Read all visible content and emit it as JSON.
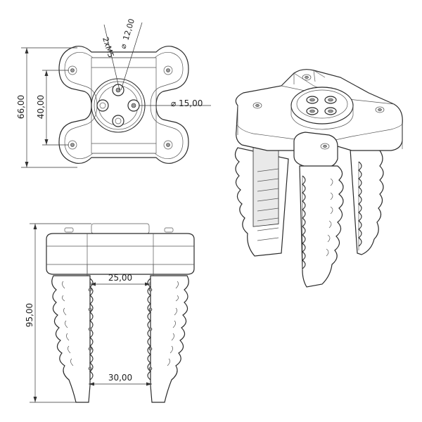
{
  "dimensions": {
    "top_view": {
      "height_outer": "66,00",
      "height_inner": "40,00",
      "screw_spec": "2xM5",
      "diameter_small": "12,00",
      "diameter_large": "15,00",
      "diameter_symbol": "⌀"
    },
    "front_view": {
      "height": "95,00",
      "gap_top": "25,00",
      "gap_bottom": "30,00"
    }
  },
  "colors": {
    "line": "#2a2a2a",
    "fill": "#ffffff",
    "shade": "#e9e9e9"
  }
}
